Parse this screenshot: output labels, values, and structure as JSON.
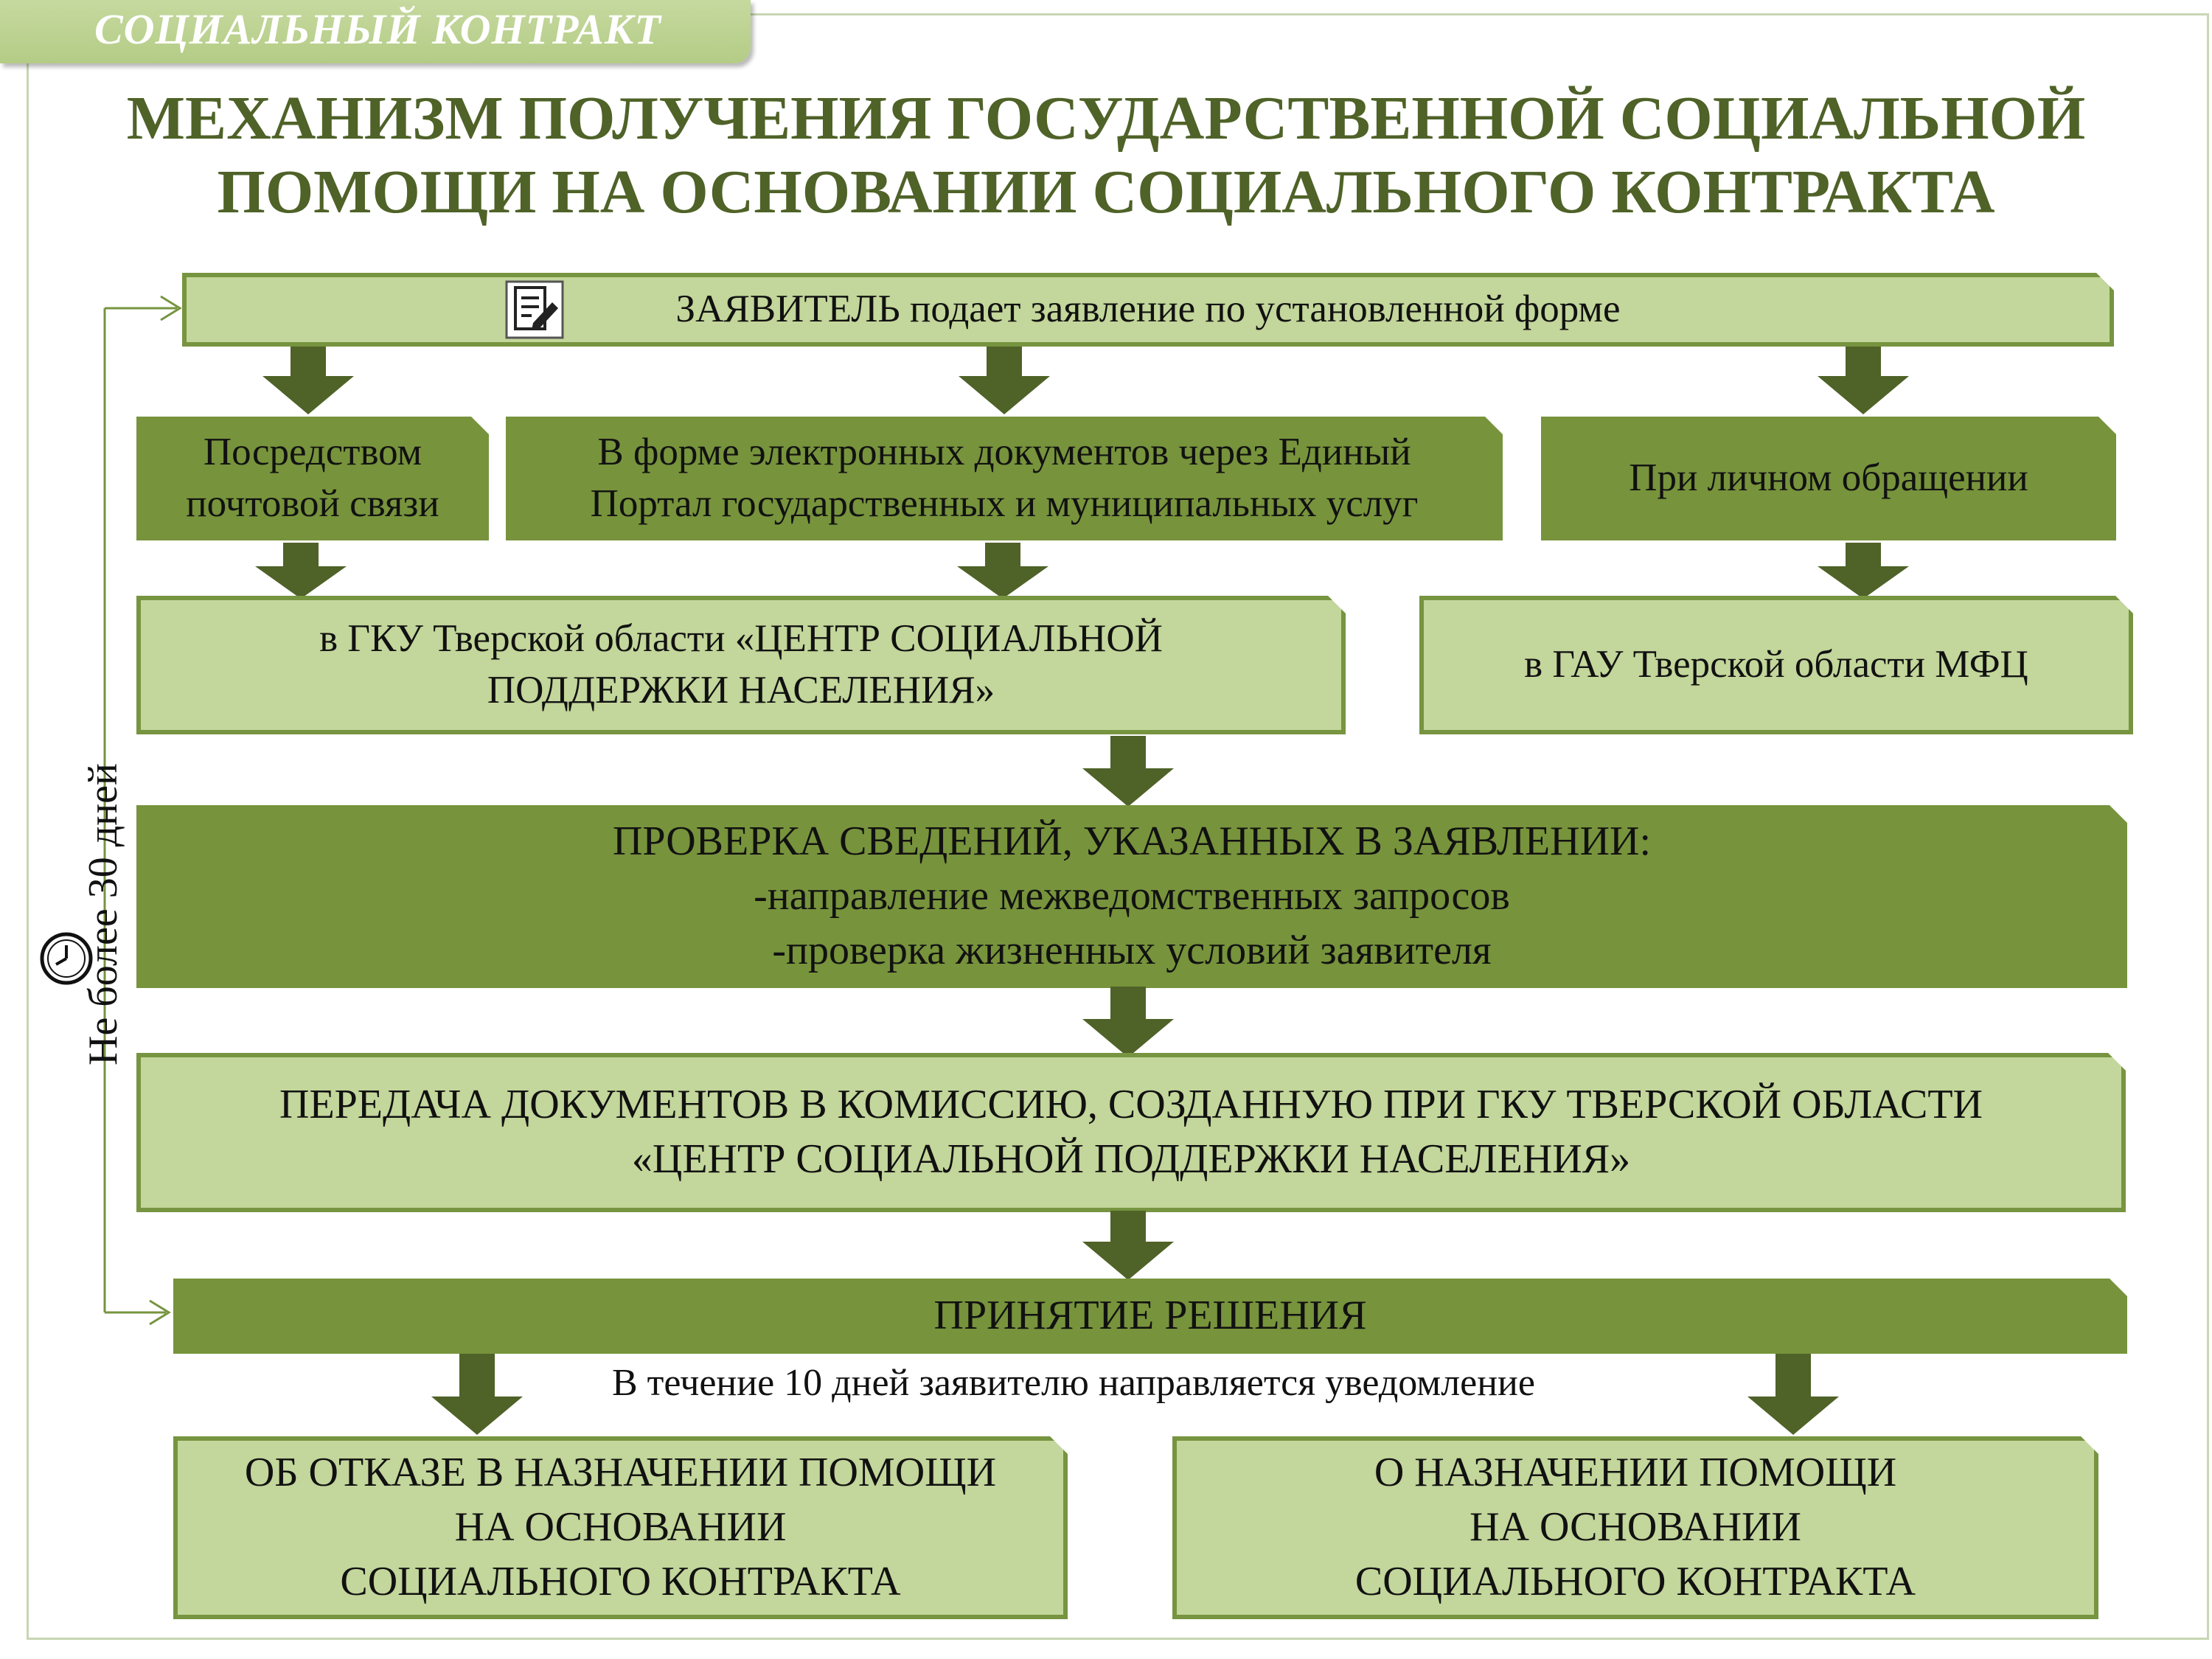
{
  "tab_label": "СОЦИАЛЬНЫЙ КОНТРАКТ",
  "title": {
    "line1": "МЕХАНИЗМ ПОЛУЧЕНИЯ ГОСУДАРСТВЕННОЙ СОЦИАЛЬНОЙ",
    "line2": "ПОМОЩИ НА ОСНОВАНИИ СОЦИАЛЬНОГО КОНТРАКТА"
  },
  "applicant": {
    "caps": "ЗАЯВИТЕЛЬ",
    "rest": " подает заявление по установленной форме",
    "icon": "document-edit-icon"
  },
  "channels": [
    {
      "line1": "Посредством",
      "line2": "почтовой связи"
    },
    {
      "line1": "В форме электронных документов через Единый",
      "line2": "Портал государственных и муниципальных услуг"
    },
    {
      "line1": "При личном обращении"
    }
  ],
  "receivers": [
    {
      "line1": "в ГКУ Тверской области «ЦЕНТР СОЦИАЛЬНОЙ",
      "line2": "ПОДДЕРЖКИ НАСЕЛЕНИЯ»"
    },
    {
      "line1": "в ГАУ Тверской области МФЦ"
    }
  ],
  "verification": {
    "heading": "ПРОВЕРКА СВЕДЕНИЙ, УКАЗАННЫХ В ЗАЯВЛЕНИИ:",
    "item1": "-направление межведомственных запросов",
    "item2": "-проверка жизненных условий заявителя"
  },
  "transfer": {
    "line1": "ПЕРЕДАЧА ДОКУМЕНТОВ В КОМИССИЮ, СОЗДАННУЮ ПРИ ГКУ ТВЕРСКОЙ ОБЛАСТИ",
    "line2": "«ЦЕНТР СОЦИАЛЬНОЙ ПОДДЕРЖКИ НАСЕЛЕНИЯ»"
  },
  "decision": "ПРИНЯТИЕ РЕШЕНИЯ",
  "notice": "В течение 10 дней заявителю направляется уведомление",
  "outcomes": [
    {
      "line1": "ОБ ОТКАЗЕ В НАЗНАЧЕНИИ ПОМОЩИ",
      "line2": "НА ОСНОВАНИИ",
      "line3": "СОЦИАЛЬНОГО КОНТРАКТА"
    },
    {
      "line1": "О НАЗНАЧЕНИИ ПОМОЩИ",
      "line2": "НА ОСНОВАНИИ",
      "line3": "СОЦИАЛЬНОГО КОНТРАКТА"
    }
  ],
  "timeline": {
    "label": "Не более 30 дней",
    "icon": "clock-icon"
  },
  "colors": {
    "dark_green": "#77933c",
    "light_green": "#c3d69b",
    "border_green": "#779440",
    "title_green": "#4f6228",
    "arrow_green": "#4f6228"
  }
}
